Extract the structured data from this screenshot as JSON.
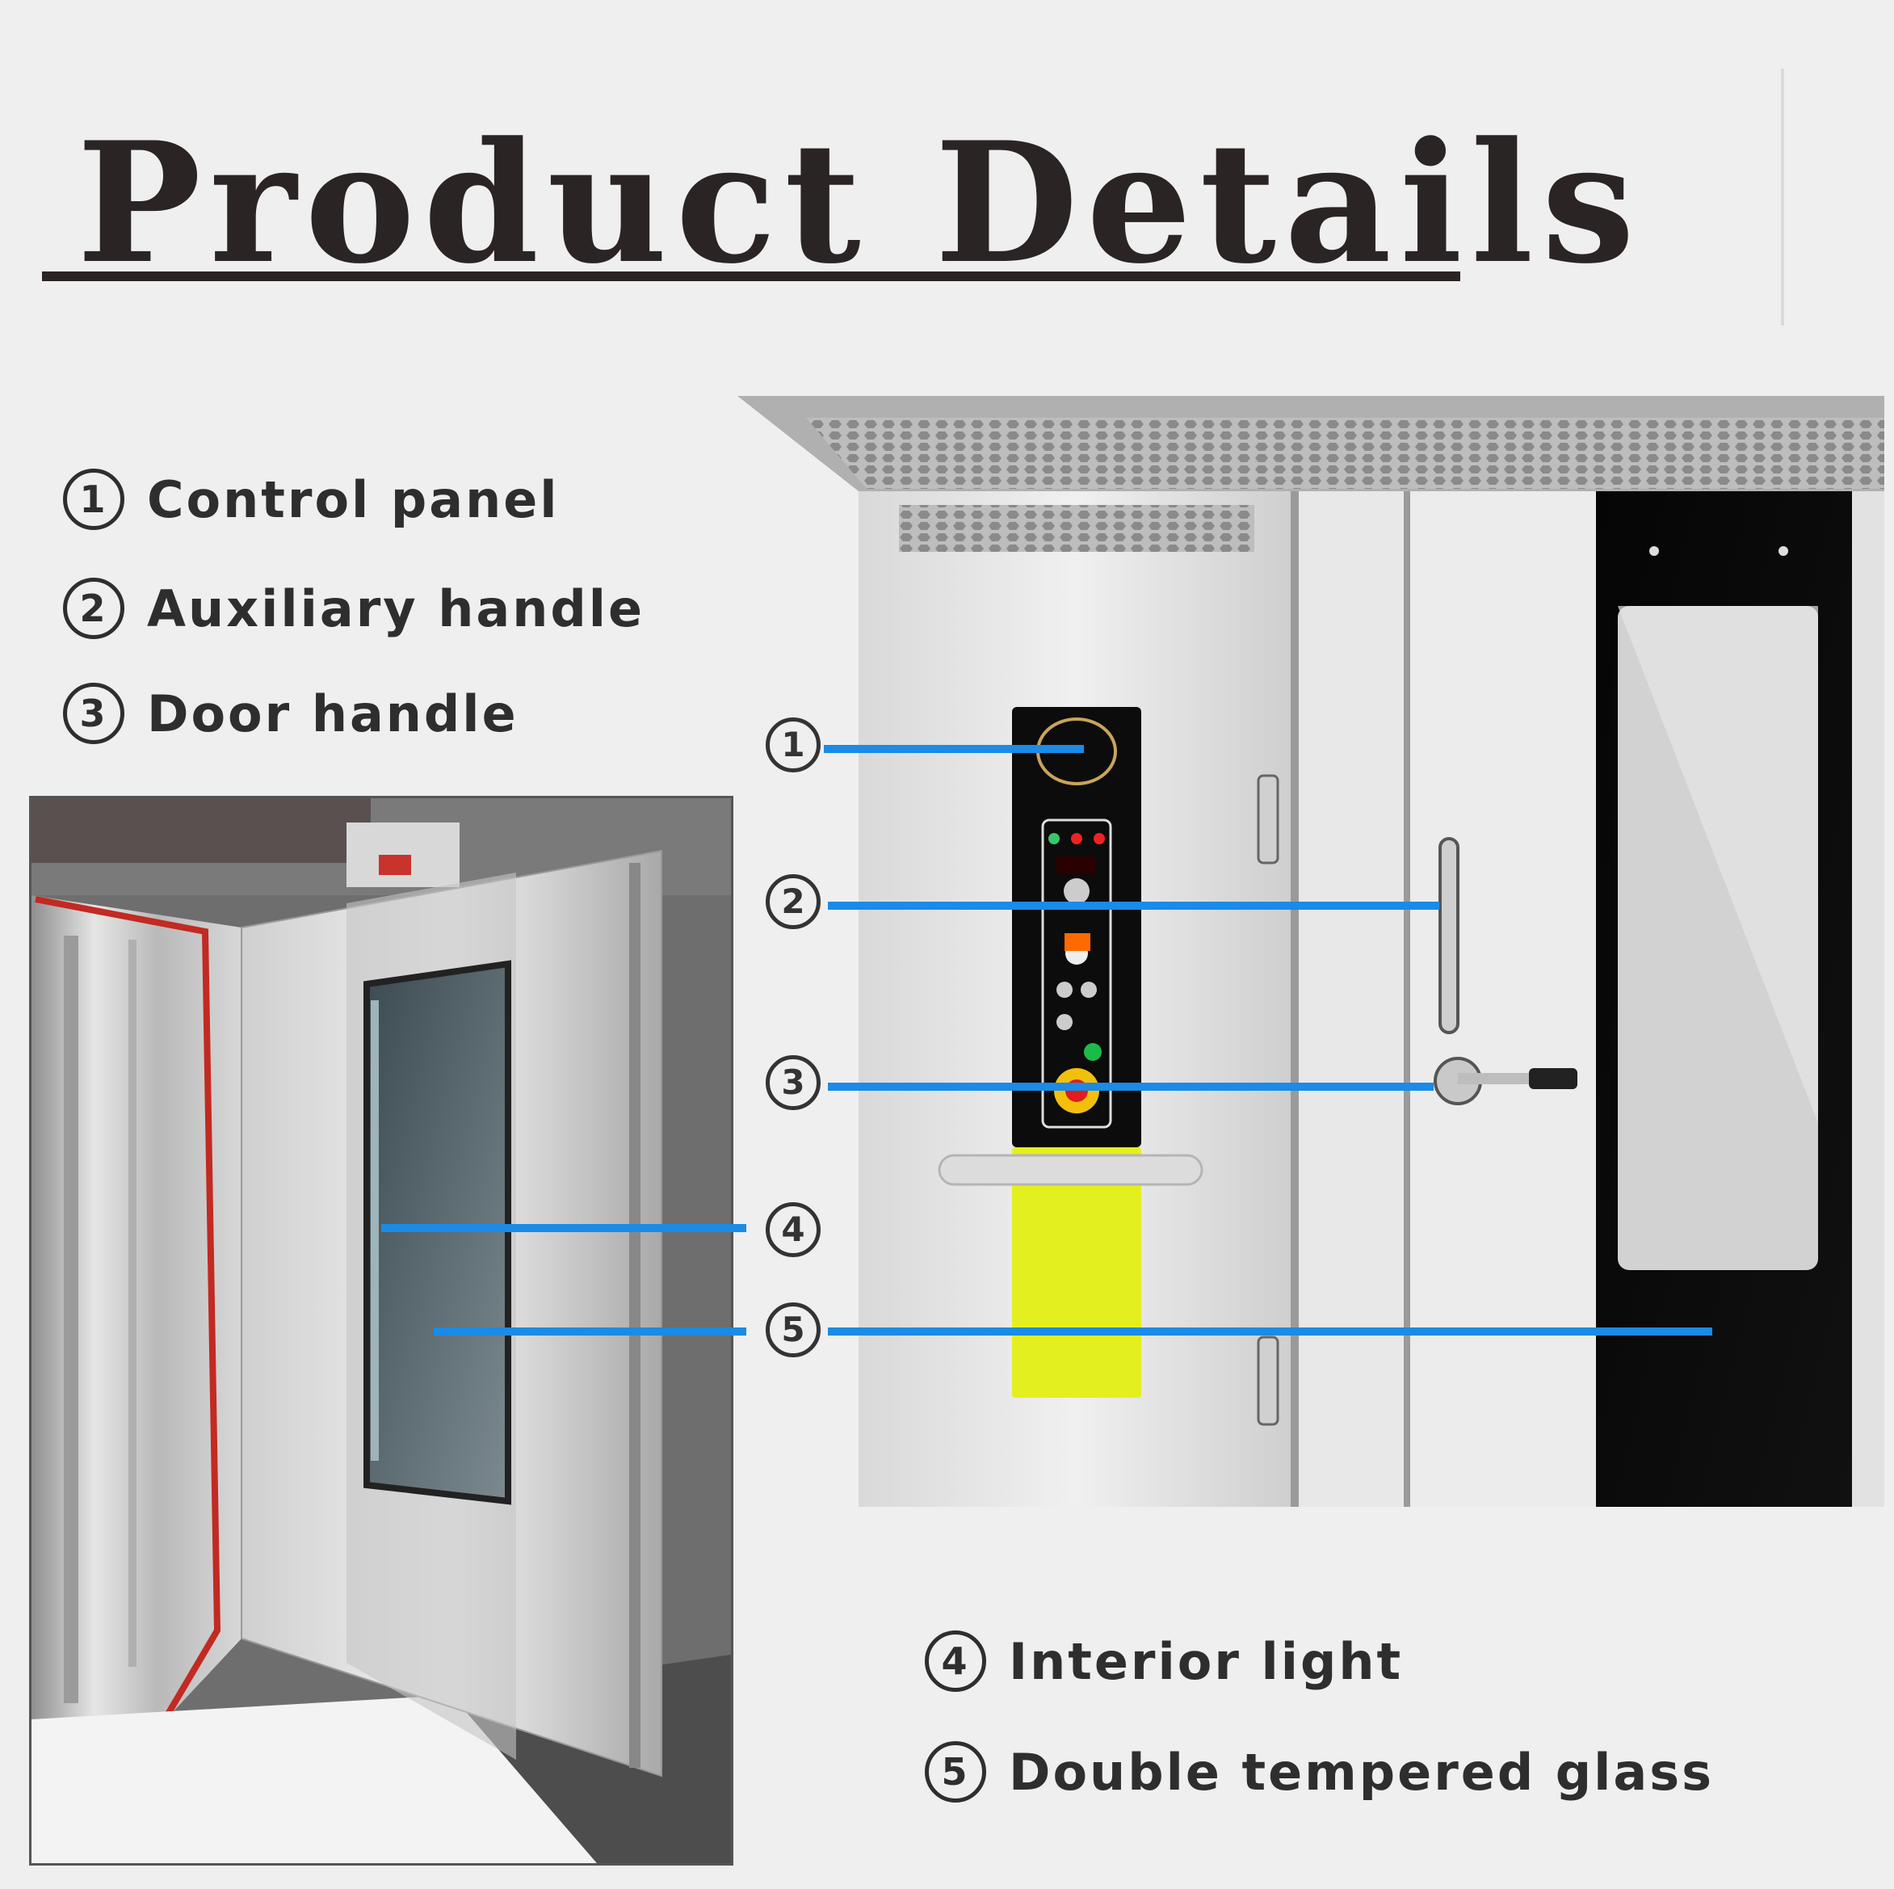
{
  "header": {
    "title": "Product Details"
  },
  "features": [
    {
      "number": "1",
      "label": "Control panel"
    },
    {
      "number": "2",
      "label": "Auxiliary handle"
    },
    {
      "number": "3",
      "label": "Door handle"
    },
    {
      "number": "4",
      "label": "Interior light"
    },
    {
      "number": "5",
      "label": "Double tempered glass"
    }
  ],
  "callouts": [
    "1",
    "2",
    "3",
    "4",
    "5"
  ],
  "colors": {
    "callout_line": "#1a8be6",
    "panel_yellow": "#e4ef1f",
    "text_dark": "#2b2424"
  }
}
